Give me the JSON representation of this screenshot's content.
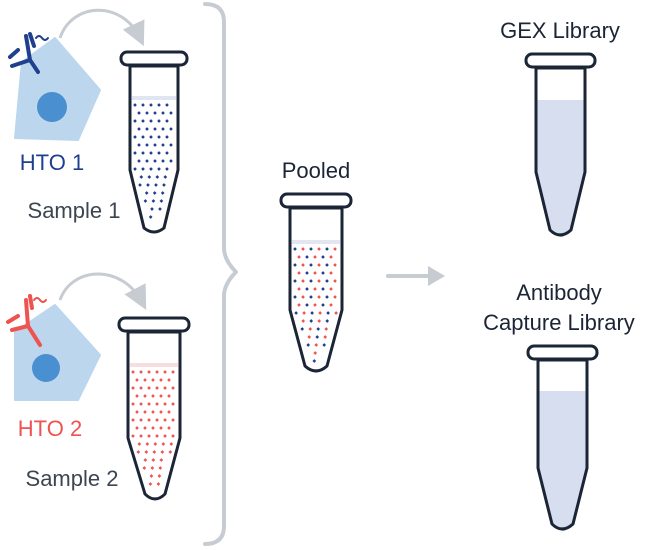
{
  "samples": [
    {
      "hto_label": "HTO 1",
      "sample_label": "Sample 1",
      "color": "#1f3f8f"
    },
    {
      "hto_label": "HTO 2",
      "sample_label": "Sample 2",
      "color": "#ef5350"
    }
  ],
  "pooled": {
    "label": "Pooled"
  },
  "outputs": [
    {
      "label": "GEX Library"
    },
    {
      "label_line1": "Antibody",
      "label_line2": "Capture Library"
    }
  ],
  "colors": {
    "cell_fill": "#bcd6ee",
    "cell_nucleus": "#4a8fd0",
    "tube_fill": "#d6def0",
    "tube_stroke": "#1b2535",
    "arrow": "#c7ccd2",
    "text": "#3c4650"
  }
}
